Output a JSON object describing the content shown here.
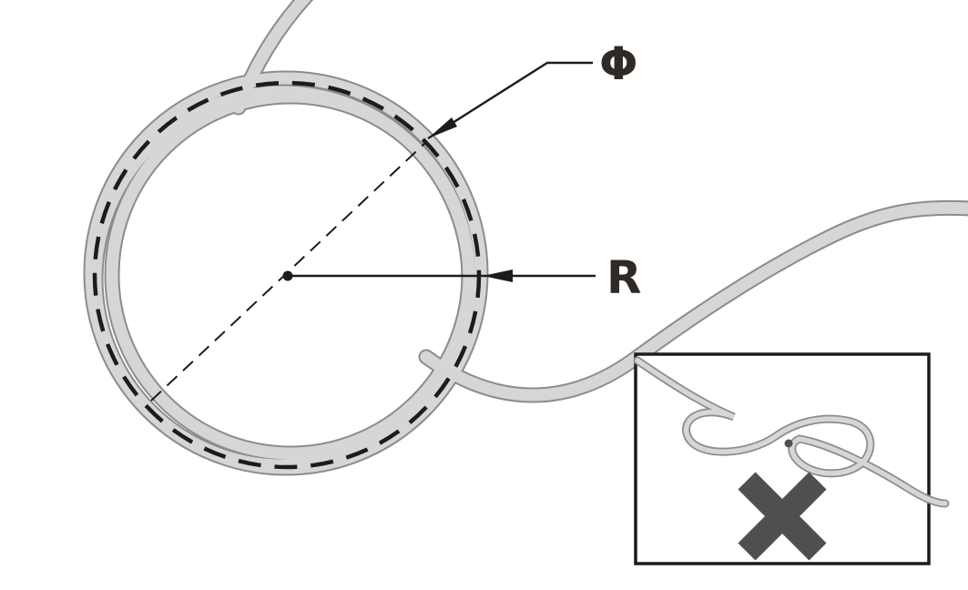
{
  "diagram": {
    "name": "cable-coiling-instruction-diagram",
    "labels": {
      "diameter_symbol": "Φ",
      "radius_symbol": "R"
    },
    "icons": {
      "x_mark": {
        "name": "x-mark-icon",
        "glyph": "✖"
      }
    },
    "colors": {
      "cable_fill": "#d6d6d6",
      "cable_outline": "#8c8c8c",
      "line_color": "#1c1c1c",
      "label_color": "#2f2a24",
      "x_color": "#4f4f4f"
    }
  }
}
